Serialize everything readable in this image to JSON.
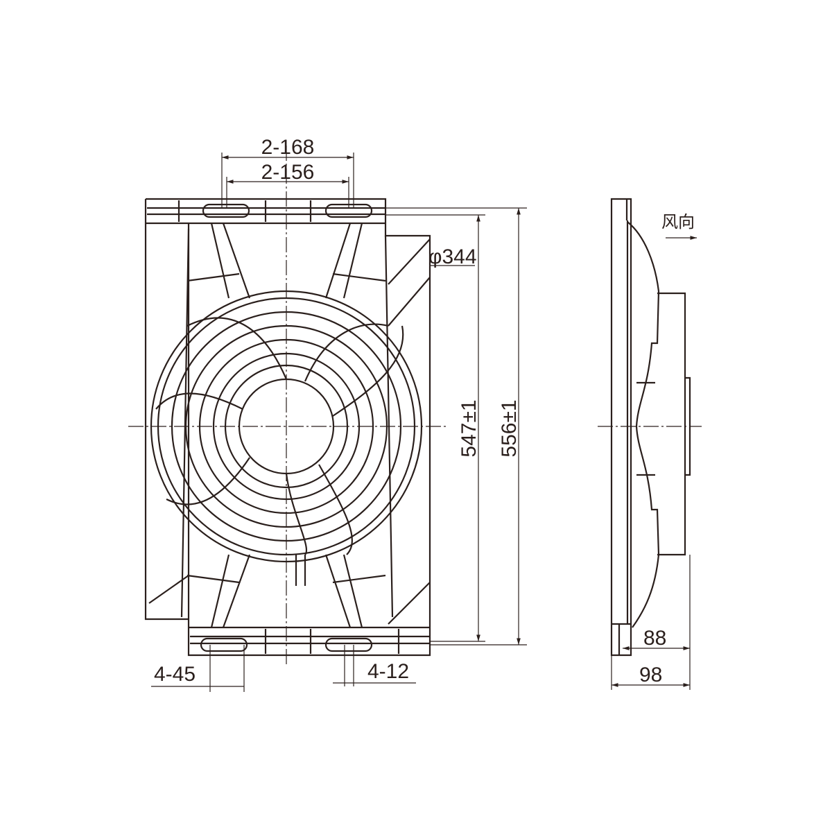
{
  "drawing": {
    "front_view": {
      "dim_top_outer": "2-168",
      "dim_top_inner": "2-156",
      "dim_fan_diameter": "φ344",
      "dim_height_inner": "547±1",
      "dim_height_outer": "556±1",
      "dim_bottom_left": "4-45",
      "dim_bottom_right": "4-12"
    },
    "side_view": {
      "airflow_label": "风向",
      "dim_depth_inner": "88",
      "dim_depth_outer": "98"
    },
    "line_color": "#2a1f1c"
  }
}
